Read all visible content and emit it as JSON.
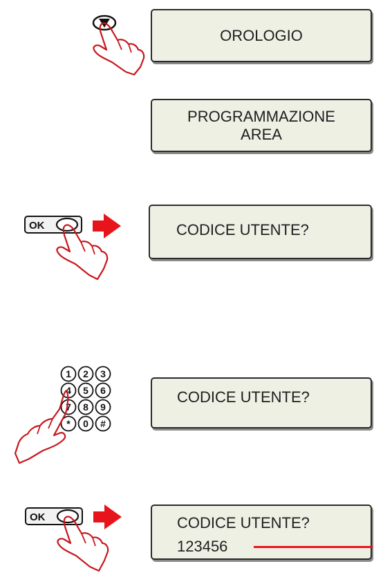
{
  "steps": [
    {
      "display": {
        "lines": [
          "OROLOGIO"
        ]
      },
      "control": "down-arrow-key"
    },
    {
      "display": {
        "lines": [
          "PROGRAMMAZIONE",
          "AREA"
        ]
      }
    },
    {
      "display": {
        "lines": [
          "CODICE UTENTE?"
        ]
      },
      "control": "ok-key"
    },
    {
      "display": {
        "lines": [
          "CODICE UTENTE?"
        ]
      },
      "control": "numeric-keypad"
    },
    {
      "display": {
        "lines": [
          "CODICE UTENTE?",
          "123456"
        ]
      },
      "control": "ok-key"
    }
  ],
  "ok_key_label": "OK",
  "keypad": {
    "rows": [
      [
        "1",
        "2",
        "3"
      ],
      [
        "4",
        "5",
        "6"
      ],
      [
        "7",
        "8",
        "9"
      ],
      [
        "*",
        "0",
        "#"
      ]
    ]
  },
  "colors": {
    "hand_outline": "#c8151b",
    "arrow_fill": "#e8141b",
    "lcd_background": "#eef0e4",
    "lcd_border": "#2a2a2a",
    "callout_line": "#e8141b"
  }
}
